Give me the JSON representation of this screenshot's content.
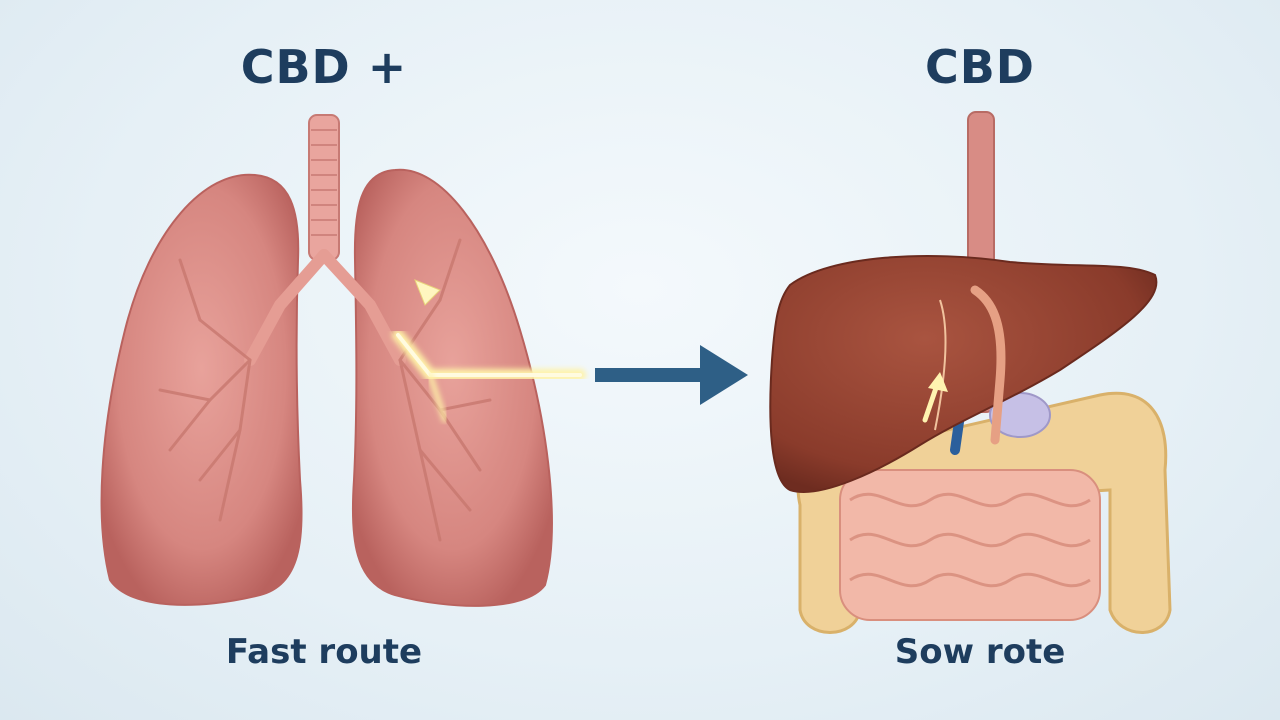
{
  "left_panel": {
    "title": "CBD +",
    "caption": "Fast route",
    "organ": "lungs"
  },
  "right_panel": {
    "title": "CBD",
    "caption": "Sow rote",
    "organs": [
      "esophagus",
      "liver",
      "stomach",
      "large intestine",
      "small intestine"
    ]
  },
  "connector": {
    "icon": "arrow-right-icon",
    "color": "#2e5f86"
  },
  "colors": {
    "text": "#1e3d5e",
    "lung": "#d9857f",
    "lung_dark": "#b8615d",
    "liver": "#8e3d2c",
    "intestine": "#f1b4a5",
    "colon": "#f0d198",
    "glow": "#fff3a8"
  }
}
